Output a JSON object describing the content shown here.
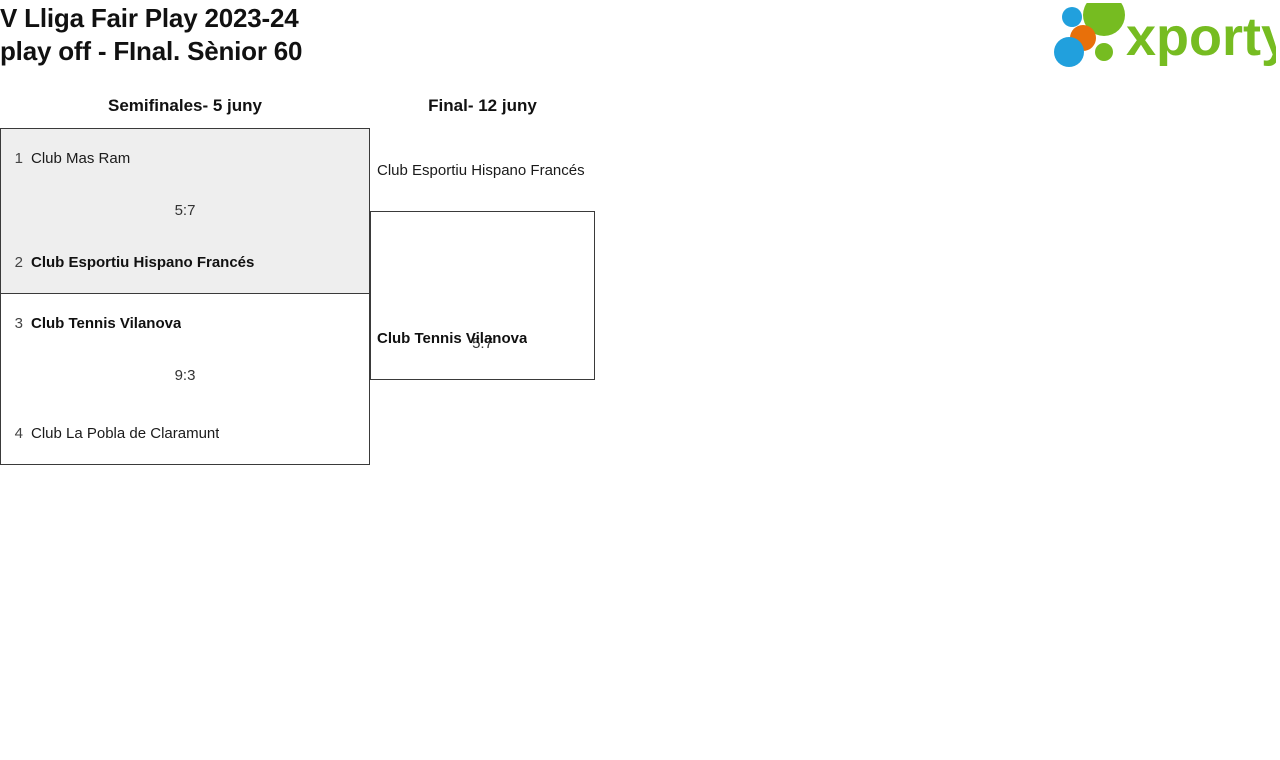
{
  "header": {
    "title": "V Lliga Fair Play 2023-24\nplay off - FInal. Sènior 60",
    "logo": {
      "name": "xporty-logo",
      "wordmark": "xporty",
      "colors": {
        "green": "#76bc21",
        "blue": "#21a0dd",
        "orange": "#e8700a"
      }
    }
  },
  "bracket": {
    "rounds": [
      {
        "id": "semifinals",
        "label": "Semifinales- 5 juny"
      },
      {
        "id": "final",
        "label": "Final- 12 juny"
      }
    ],
    "matches": {
      "semifinal_1": {
        "score": "5:7",
        "shaded": true,
        "top": {
          "seed": "1",
          "team": "Club Mas Ram",
          "winner": false
        },
        "bottom": {
          "seed": "2",
          "team": "Club Esportiu Hispano Francés",
          "winner": true
        }
      },
      "semifinal_2": {
        "score": "9:3",
        "shaded": false,
        "top": {
          "seed": "3",
          "team": "Club Tennis Vilanova",
          "winner": true
        },
        "bottom": {
          "seed": "4",
          "team": "Club La Pobla de Claramunt",
          "winner": false
        }
      },
      "final": {
        "score": "5:7",
        "shaded": false,
        "top": {
          "seed": "",
          "team": "Club Esportiu Hispano Francés",
          "winner": false
        },
        "bottom": {
          "seed": "",
          "team": "Club Tennis Vilanova",
          "winner": true
        }
      }
    }
  }
}
